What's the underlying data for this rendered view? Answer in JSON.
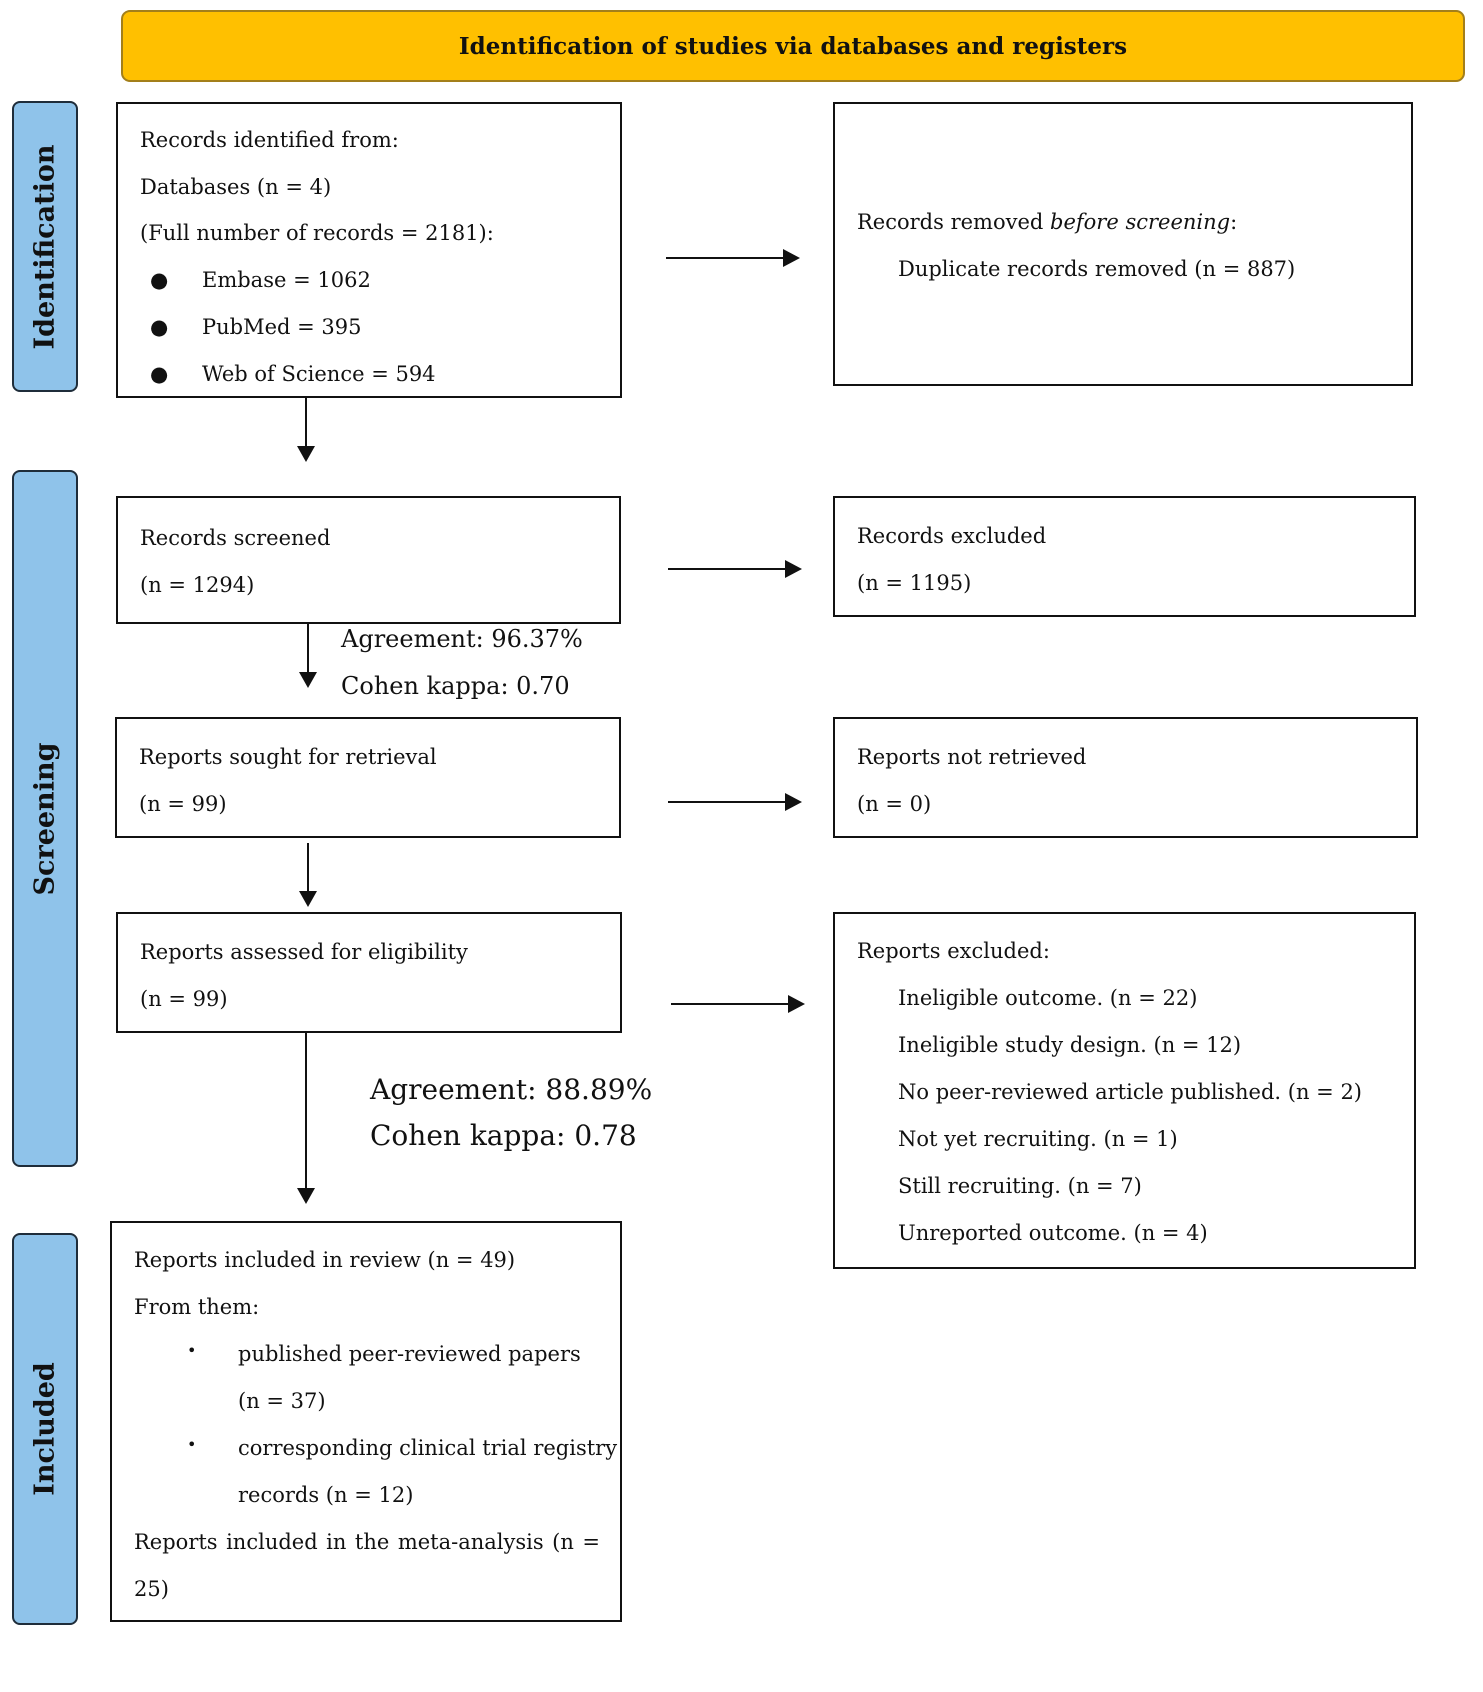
{
  "header": {
    "title": "Identification of studies via databases and registers"
  },
  "stages": {
    "identification": "Identification",
    "screening": "Screening",
    "included": "Included"
  },
  "identified": {
    "title": "Records identified from:",
    "databases": "Databases (n = 4)",
    "full": "(Full number of records = 2181):",
    "sources": [
      "Embase = 1062",
      "PubMed = 395",
      "Web of Science = 594"
    ]
  },
  "removed": {
    "prefix": "Records removed ",
    "emph": "before screening",
    "suffix": ":",
    "duplicates": "Duplicate records removed (n = 887)"
  },
  "screened": {
    "title": "Records screened",
    "n": "(n = 1294)"
  },
  "excluded": {
    "title": "Records excluded",
    "n": "(n = 1195)"
  },
  "agreement1": {
    "agreement": "Agreement: 96.37%",
    "kappa": "Cohen kappa: 0.70"
  },
  "sought": {
    "title": "Reports sought for retrieval",
    "n": "(n = 99)"
  },
  "not_retrieved": {
    "title": "Reports not retrieved",
    "n": "(n = 0)"
  },
  "assessed": {
    "title": "Reports assessed for eligibility",
    "n": "(n = 99)"
  },
  "reports_excluded": {
    "title": "Reports excluded:",
    "reasons": [
      "Ineligible outcome. (n = 22)",
      "Ineligible study design. (n = 12)",
      "No peer-reviewed article published. (n = 2)",
      "Not yet recruiting. (n = 1)",
      "Still recruiting. (n = 7)",
      "Unreported outcome. (n = 4)"
    ]
  },
  "agreement2": {
    "agreement": "Agreement: 88.89%",
    "kappa": "Cohen kappa: 0.78"
  },
  "included": {
    "title": "Reports included in review (n = 49)",
    "from": "From them:",
    "item1_a": "published peer-reviewed papers",
    "item1_b": "(n = 37)",
    "item2_a": "corresponding clinical trial registry",
    "item2_b": "records (n = 12)",
    "meta_words": [
      "Reports",
      "included",
      "in",
      "the",
      "meta-analysis",
      "(n",
      "="
    ],
    "meta_end": "25)"
  },
  "colors": {
    "header_fill": "#ffc000",
    "stage_fill": "#8fc3ea",
    "border": "#111111"
  }
}
